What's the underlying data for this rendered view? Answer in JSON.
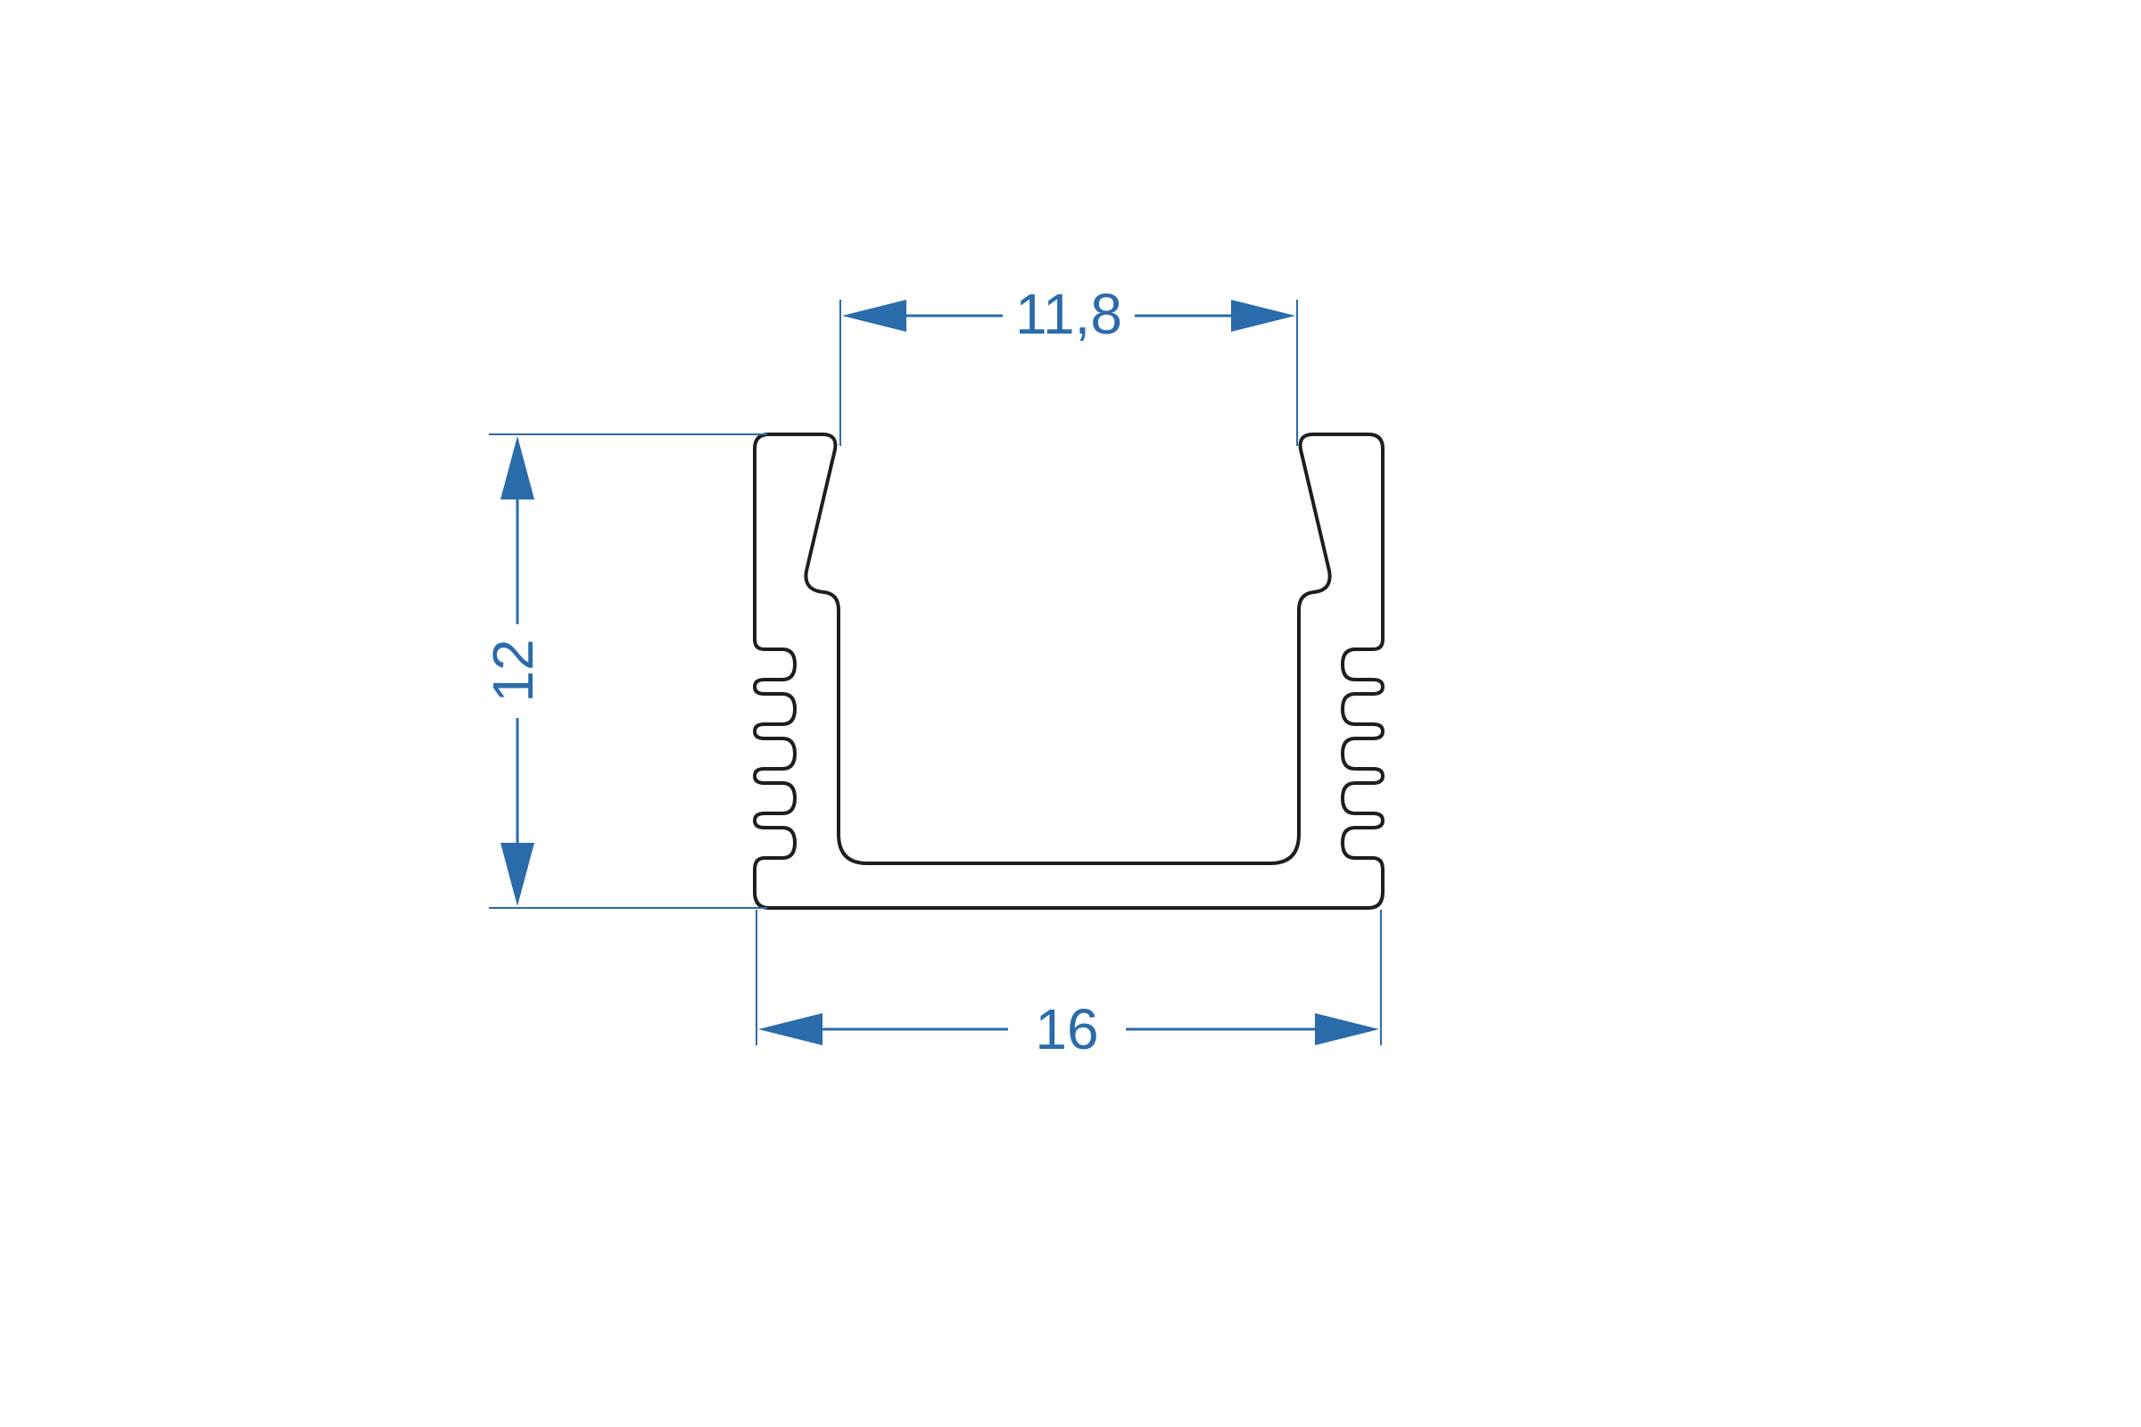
{
  "diagram": {
    "colors": {
      "dimension": "#2a6bab",
      "outline": "#1e1e1e",
      "background": "#ffffff"
    },
    "dimensions": {
      "opening_width": "11,8",
      "height": "12",
      "overall_width": "16"
    }
  }
}
